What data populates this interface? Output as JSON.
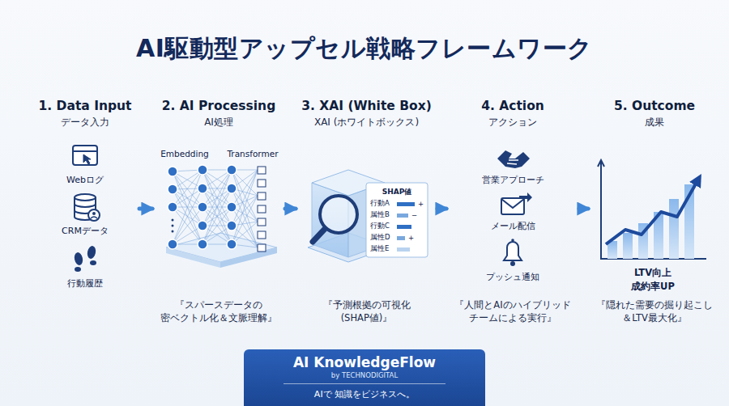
{
  "diagram": {
    "title": "AI駆動型アップセル戦略フレームワーク",
    "nodes": [
      {
        "text": [
          "1. Data Input",
          "データ入力"
        ]
      },
      {
        "text": [
          "2. AI Processing",
          "AI処理",
          "『スパースデータの 密ベクトル化＆文脈理解』"
        ]
      },
      {
        "text": [
          "3. XAI (White Box)",
          "XAI (ホワイトボックス)",
          "『予測根拠の可視化 (SHAP値)』"
        ]
      },
      {
        "text": [
          "4. Action",
          "アクション",
          "『人間とAIのハイブリッド チームによる実行』"
        ]
      },
      {
        "text": [
          "5. Outcome",
          "成果",
          "『隠れた需要の掘り起こし ＆LTV最大化』"
        ]
      },
      {
        "text": [
          "AI KnowledgeFlow",
          "by TECHNODIGITAL",
          "AIで 知識をビジネスへ。"
        ]
      }
    ],
    "edges": [
      {
        "from": 0,
        "to": 1,
        "arrow": "to"
      },
      {
        "from": 1,
        "to": 2,
        "arrow": "to"
      },
      {
        "from": 2,
        "to": 3,
        "arrow": "to"
      },
      {
        "from": 3,
        "to": 4,
        "arrow": "to"
      }
    ],
    "labels": [
      "Webログ",
      "CRMデータ",
      "行動履歴",
      "Embedding",
      "Transformer",
      "SHAP値",
      "行動A",
      "属性B",
      "行動C",
      "属性D",
      "属性E",
      "+",
      "−",
      "+",
      "営業アプローチ",
      "メール配信",
      "プッシュ通知",
      "LTV向上",
      "成約率UP"
    ]
  }
}
